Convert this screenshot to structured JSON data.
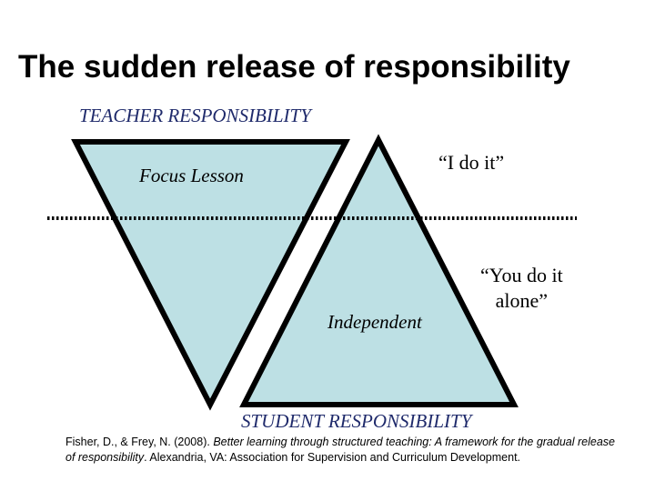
{
  "title": "The sudden release of responsibility",
  "labels": {
    "teacher_responsibility": "TEACHER RESPONSIBILITY",
    "student_responsibility": "STUDENT RESPONSIBILITY",
    "focus_lesson": "Focus Lesson",
    "i_do_it": "“I do it”",
    "you_do_it_line1": "“You do it",
    "you_do_it_line2": "alone”",
    "independent": "Independent"
  },
  "citation": {
    "authors": "Fisher, D., & Frey, N. (2008). ",
    "work": "Better learning through structured teaching: A framework for the gradual release of responsibility",
    "publisher": ". Alexandria, VA: Association for Supervision and Curriculum Development."
  },
  "colors": {
    "triangle_fill": "#bde0e4",
    "outline": "#000000",
    "label_blue": "#1f2a6b"
  }
}
